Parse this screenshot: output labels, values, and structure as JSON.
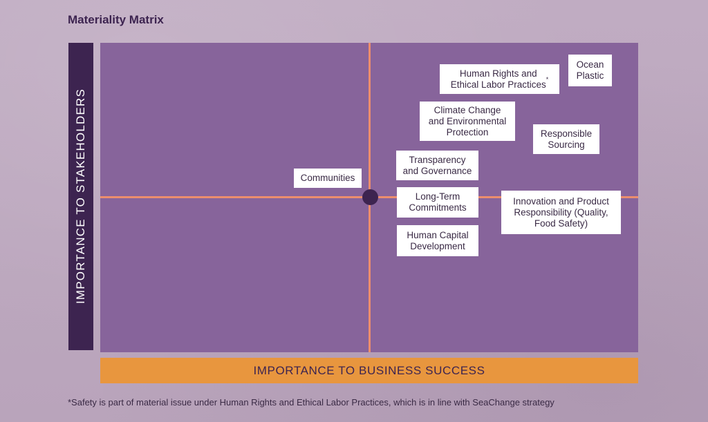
{
  "title": "Materiality Matrix",
  "chart_data": {
    "type": "scatter",
    "title": "Materiality Matrix",
    "xlabel": "IMPORTANCE TO BUSINESS SUCCESS",
    "ylabel": "IMPORTANCE TO STAKEHOLDERS",
    "grid": false,
    "quadrant_dividers": true,
    "points": [
      {
        "label": "Ocean\nPlastic"
      },
      {
        "label": "Human Rights and\nEthical Labor Practices",
        "note_marker": "*"
      },
      {
        "label": "Climate Change\nand Environmental\nProtection"
      },
      {
        "label": "Responsible\nSourcing"
      },
      {
        "label": "Transparency\nand Governance"
      },
      {
        "label": "Communities"
      },
      {
        "label": "Long-Term\nCommitments"
      },
      {
        "label": "Innovation and Product\nResponsibility (Quality,\nFood Safety)"
      },
      {
        "label": "Human Capital\nDevelopment"
      }
    ]
  },
  "footnote": "*Safety is part of material issue under Human Rights and Ethical Labor Practices, which is in line with SeaChange strategy",
  "colors": {
    "plot": "#87649b",
    "dark_purple": "#3d2450",
    "orange_bar": "#e8963e",
    "divider": "#ec8e6d",
    "background": "#bba7bd"
  }
}
